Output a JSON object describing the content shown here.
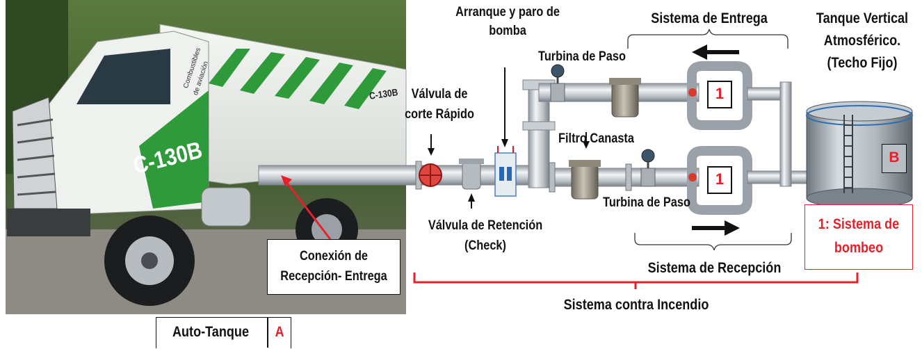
{
  "labels": {
    "arranque": "Arranque y paro de bomba",
    "arranque_l1": "Arranque y paro de",
    "arranque_l2": "bomba",
    "sistema_entrega": "Sistema de Entrega",
    "tanque_l1": "Tanque Vertical",
    "tanque_l2": "Atmosférico.",
    "tanque_l3": "(Techo Fijo)",
    "turbina_paso_top": "Turbina de Paso",
    "valvula_corte_l1": "Válvula de",
    "valvula_corte_l2": "corte Rápido",
    "filtro_canasta": "Filtro Canasta",
    "turbina_paso_bottom": "Turbina de Paso",
    "valvula_retencion_l1": "Válvula de Retención",
    "valvula_retencion_l2": "(Check)",
    "conexion_l1": "Conexión de",
    "conexion_l2": "Recepción- Entrega",
    "sistema_recepcion": "Sistema de Recepción",
    "sistema_bombeo_l1": "1: Sistema de",
    "sistema_bombeo_l2": "bombeo",
    "sistema_incendio": "Sistema contra Incendio",
    "auto_tanque": "Auto-Tanque",
    "marker_a": "A",
    "marker_b": "B",
    "pump_top": "1",
    "pump_bottom": "1"
  },
  "truck_text": {
    "unit_large": "C-130B",
    "unit_small": "C-130B",
    "side_text_1": "Combustibles",
    "side_text_2": "de aviación"
  },
  "colors": {
    "accent_red": "#e8202a",
    "pipe_silver": "#c7ccd2",
    "truck_green": "#2e9a3a",
    "tank_steel": "#9aa3ab"
  }
}
